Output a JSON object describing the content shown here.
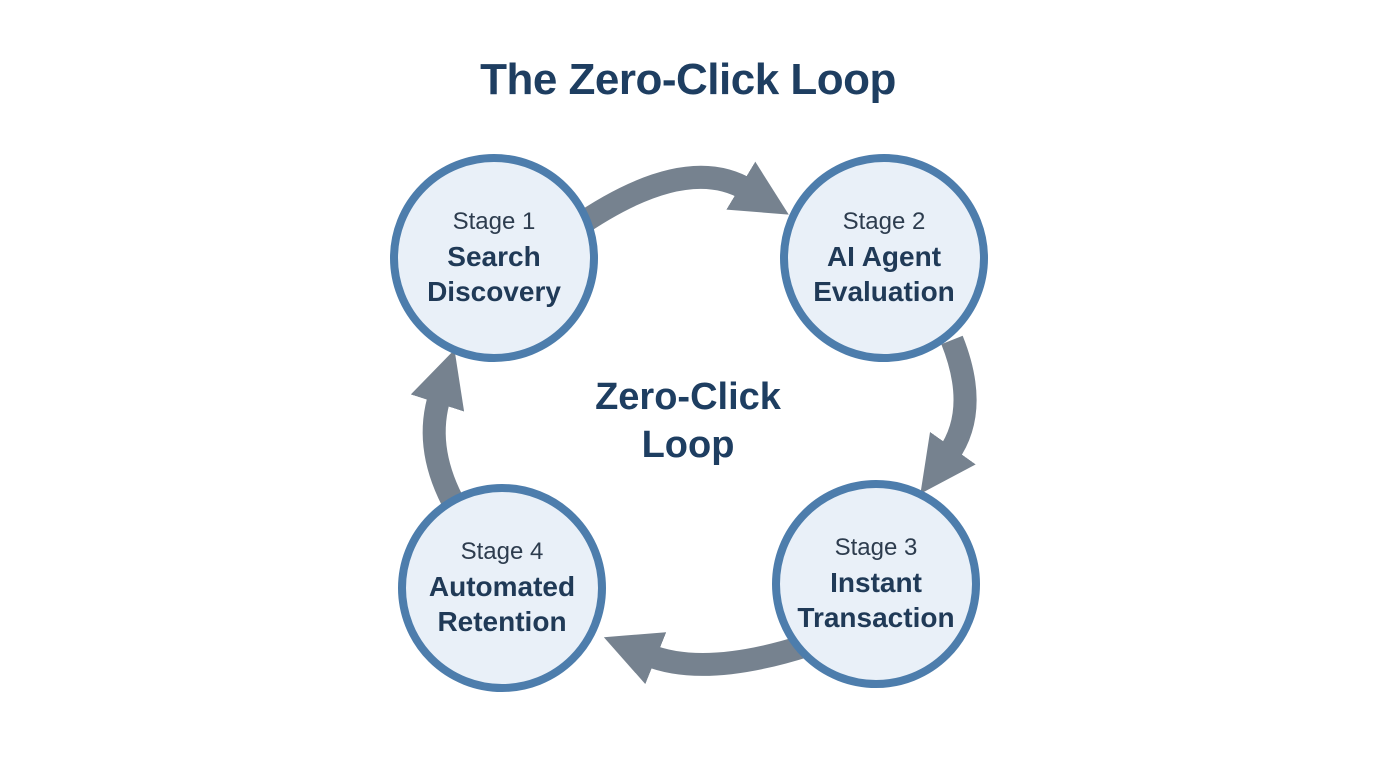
{
  "title": "The Zero-Click Loop",
  "center": {
    "line1": "Zero-Click",
    "line2": "Loop"
  },
  "stages": [
    {
      "label": "Stage 1",
      "name": "Search Discovery"
    },
    {
      "label": "Stage 2",
      "name": "AI Agent Evaluation"
    },
    {
      "label": "Stage 3",
      "name": "Instant Transaction"
    },
    {
      "label": "Stage 4",
      "name": "Automated Retention"
    }
  ],
  "flow": [
    "Stage 1 -> Stage 2",
    "Stage 2 -> Stage 3",
    "Stage 3 -> Stage 4",
    "Stage 4 -> Stage 1"
  ],
  "colors": {
    "title_text": "#1e3e61",
    "stage_label_text": "#2d3c4e",
    "stage_name_text": "#203a57",
    "circle_fill": "#e9f0f8",
    "circle_border": "#4d7dac",
    "arrow": "#76828f",
    "background": "#ffffff"
  }
}
